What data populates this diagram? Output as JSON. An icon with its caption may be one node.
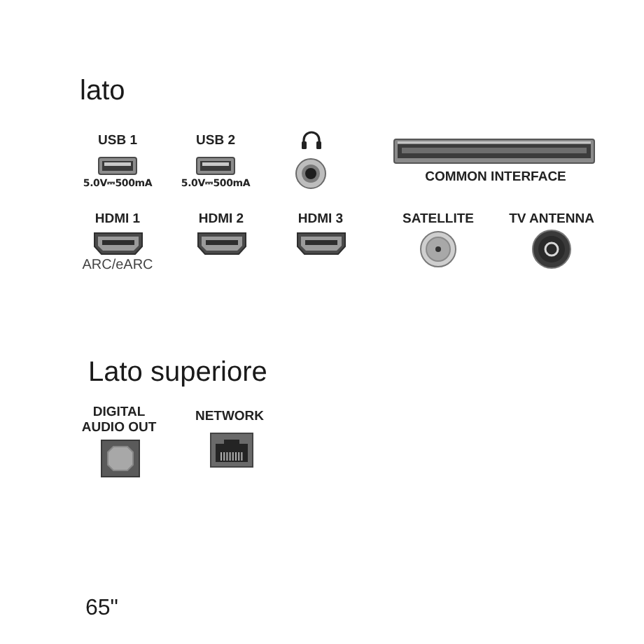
{
  "diagram": {
    "labels": [
      "lato",
      "USB 1",
      "USB 2",
      "5.0V⎓500mA",
      "5.0V⎓500mA",
      "COMMON INTERFACE",
      "HDMI 1",
      "HDMI 2",
      "HDMI 3",
      "SATELLITE",
      "TV ANTENNA",
      "ARC/eARC",
      "Lato superiore",
      "DIGITAL AUDIO OUT",
      "NETWORK",
      "65\""
    ]
  }
}
